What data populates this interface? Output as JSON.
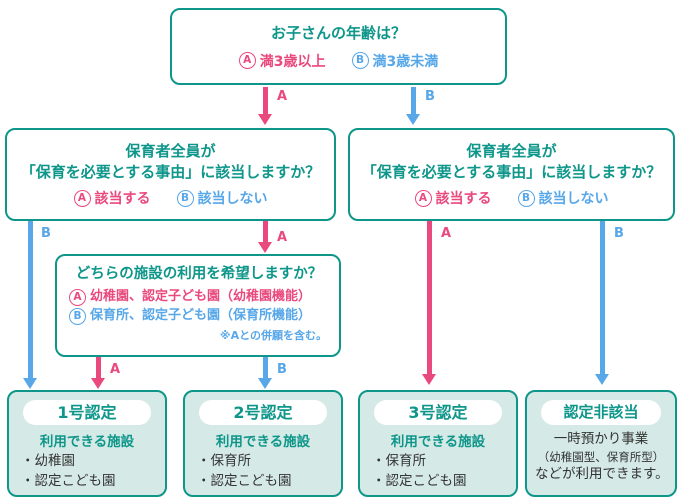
{
  "colors": {
    "teal": "#0e968a",
    "pink": "#ea497e",
    "blue": "#57a7e9",
    "lightteal": "#d5eae6",
    "dark": "#333333"
  },
  "boxes": {
    "age": {
      "title": "お子さんの年齢は？",
      "a_letter": "A",
      "a_label": "満3歳以上",
      "b_letter": "B",
      "b_label": "満3歳未満"
    },
    "need_left": {
      "title_line1": "保育者全員が",
      "title_line2": "「保育を必要とする事由」に該当しますか？",
      "a_letter": "A",
      "a_label": "該当する",
      "b_letter": "B",
      "b_label": "該当しない"
    },
    "need_right": {
      "title_line1": "保育者全員が",
      "title_line2": "「保育を必要とする事由」に該当しますか？",
      "a_letter": "A",
      "a_label": "該当する",
      "b_letter": "B",
      "b_label": "該当しない"
    },
    "facility": {
      "title": "どちらの施設の利用を希望しますか？",
      "a_letter": "A",
      "a_label": "幼稚園、認定子ども園（幼稚園機能）",
      "b_letter": "B",
      "b_label": "保育所、認定子ども園（保育所機能）",
      "note": "※Aとの併願を含む。"
    },
    "result1": {
      "badge": "1号認定",
      "subtitle": "利用できる施設",
      "items": [
        "・幼稚園",
        "・認定こども園"
      ]
    },
    "result2": {
      "badge": "2号認定",
      "subtitle": "利用できる施設",
      "items": [
        "・保育所",
        "・認定こども園"
      ]
    },
    "result3": {
      "badge": "3号認定",
      "subtitle": "利用できる施設",
      "items": [
        "・保育所",
        "・認定こども園"
      ]
    },
    "result4": {
      "badge": "認定非該当",
      "lines": [
        "一時預かり事業",
        "（幼稚園型、保育所型）",
        "などが利用できます。"
      ]
    }
  },
  "connectors": {
    "age_a": "A",
    "age_b": "B",
    "left_need_b": "B",
    "left_need_a": "A",
    "facility_a": "A",
    "facility_b": "B",
    "right_need_a": "A",
    "right_need_b": "B"
  }
}
